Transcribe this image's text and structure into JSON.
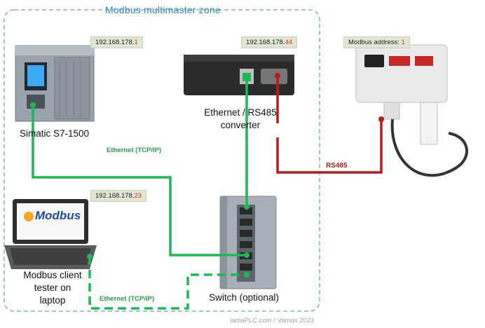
{
  "zone": {
    "title": "Modbus multimaster zone"
  },
  "plc": {
    "label": "Simatic S7-1500",
    "ip_prefix": "192.168.178.",
    "ip_suffix": "1"
  },
  "converter": {
    "label_line1": "Ethernet / RS485",
    "label_line2": "converter",
    "ip_prefix": "192.168.178.",
    "ip_suffix": "44"
  },
  "sensor": {
    "address_prefix": "Modbus address: ",
    "address_value": "1"
  },
  "laptop": {
    "label_line1": "Modbus client",
    "label_line2": "tester on",
    "label_line3": "laptop",
    "ip_prefix": "192.168.178.",
    "ip_suffix": "23",
    "screen_logo": "Modbus"
  },
  "switch": {
    "label": "Switch (optional)"
  },
  "links": {
    "ethernet_label_top": "Ethernet (TCP/IP)",
    "ethernet_label_bottom": "Ethernet (TCP/IP)",
    "rs485_label": "RS485"
  },
  "colors": {
    "ethernet": "#1db954",
    "rs485": "#b71c1c",
    "zone_border": "#6aa3c8",
    "highlight": "#d32f2f"
  },
  "footer": {
    "credit": "lamaPLC.com / Vamos 2023"
  }
}
